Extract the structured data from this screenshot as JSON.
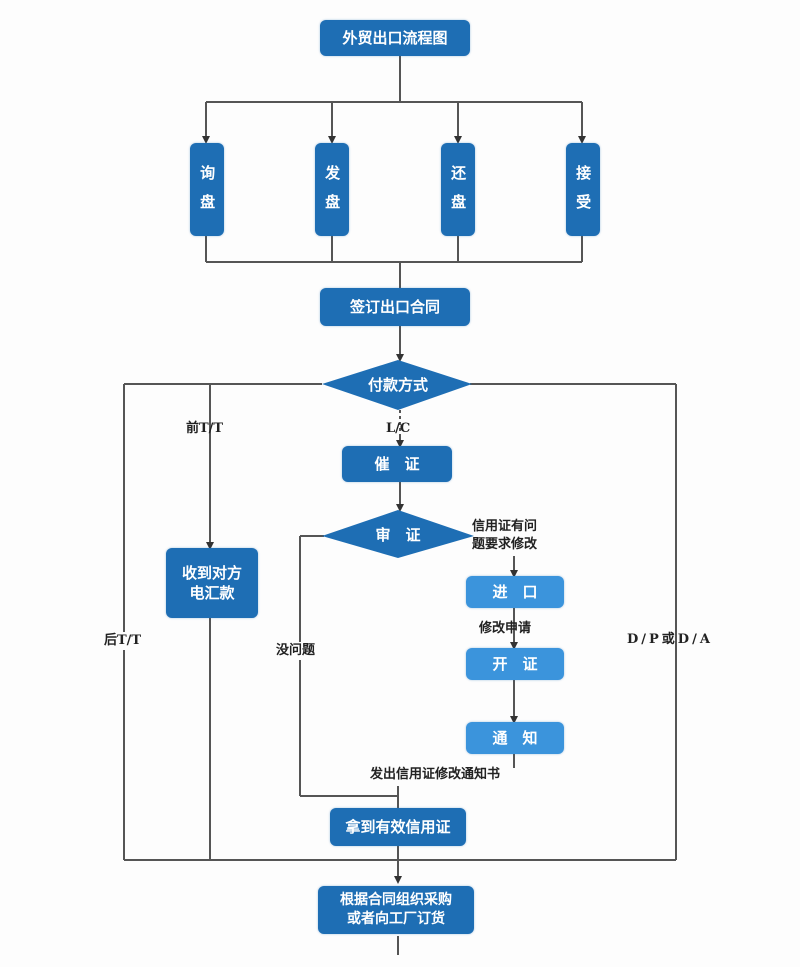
{
  "title": "外贸出口流程图",
  "colors": {
    "primary": "#1e6eb4",
    "light": "#3b94dc",
    "line": "#555555"
  },
  "nodes": {
    "title_box": "外贸出口流程图",
    "inquiry": "询盘",
    "offer": "发盘",
    "counter_offer": "还盘",
    "acceptance": "接受",
    "sign_contract": "签订出口合同",
    "payment_method": "付款方式",
    "urge_lc": "催　证",
    "review_lc": "审　证",
    "receive_tt": "收到对方\n电汇款",
    "importer": "进　口",
    "issue_lc": "开　证",
    "notify": "通　知",
    "valid_lc": "拿到有效信用证",
    "procure": "根据合同组织采购\n或者向工厂订货"
  },
  "labels": {
    "pre_tt": "前T/T",
    "lc": "L/C",
    "post_tt": "后T/T",
    "no_problem": "没问题",
    "lc_problem": "信用证有问\n题要求修改",
    "amend_request": "修改申请",
    "dp_da": "D/P或D/A",
    "amend_notice": "发出信用证修改通知书"
  }
}
